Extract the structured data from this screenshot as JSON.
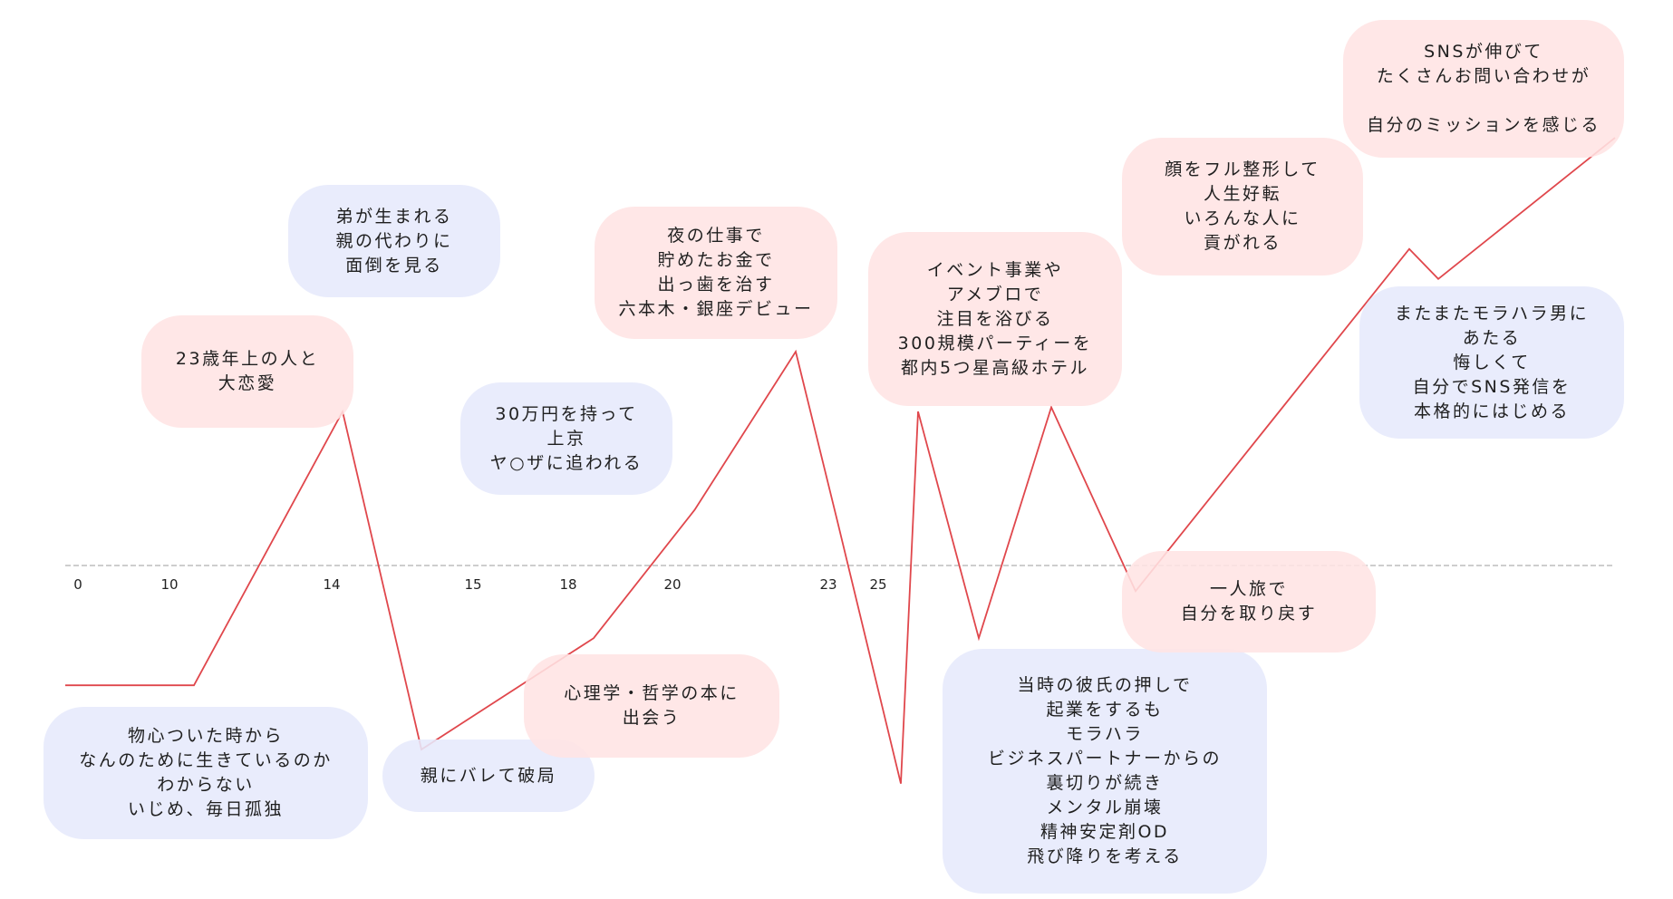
{
  "chart_data": {
    "type": "line",
    "x_ticks": [
      "0",
      "10",
      "14",
      "15",
      "18",
      "20",
      "23",
      "25"
    ],
    "series": [
      {
        "points": [
          {
            "x": 0,
            "y": -28
          },
          {
            "x": 10,
            "y": -28
          },
          {
            "x": 14,
            "y": 36
          },
          {
            "x": 15,
            "y": -43
          },
          {
            "x": 18,
            "y": -17
          },
          {
            "x": 20,
            "y": 13
          },
          {
            "x": 22,
            "y": 50
          },
          {
            "x": 23,
            "y": 10
          },
          {
            "x": 24.5,
            "y": -51
          },
          {
            "x": 25,
            "y": 36
          },
          {
            "x": 26,
            "y": -17
          },
          {
            "x": 27,
            "y": 37
          },
          {
            "x": 28,
            "y": -6
          },
          {
            "x": 30,
            "y": 74
          },
          {
            "x": 31,
            "y": 67
          },
          {
            "x": 33,
            "y": 100
          }
        ]
      }
    ],
    "events": [
      {
        "tone": "blue",
        "text": "物心ついた時から\nなんのために生きているのか\nわからない\nいじめ、毎日孤独"
      },
      {
        "tone": "pink",
        "text": "23歳年上の人と\n大恋愛"
      },
      {
        "tone": "blue",
        "text": "弟が生まれる\n親の代わりに\n面倒を見る"
      },
      {
        "tone": "blue",
        "text": "親にバレて破局"
      },
      {
        "tone": "blue",
        "text": "30万円を持って\n上京\nヤ○ザに追われる"
      },
      {
        "tone": "pink",
        "text": "心理学・哲学の本に\n出会う"
      },
      {
        "tone": "pink",
        "text": "夜の仕事で\n貯めたお金で\n出っ歯を治す\n六本木・銀座デビュー"
      },
      {
        "tone": "pink",
        "text": "イベント事業や\nアメブロで\n注目を浴びる\n300規模パーティーを\n都内5つ星高級ホテル"
      },
      {
        "tone": "blue",
        "text": "当時の彼氏の押しで\n起業をするも\nモラハラ\nビジネスパートナーからの\n裏切りが続き\nメンタル崩壊\n精神安定剤OD\n飛び降りを考える"
      },
      {
        "tone": "pink",
        "text": "顔をフル整形して\n人生好転\nいろんな人に\n貢がれる"
      },
      {
        "tone": "pink",
        "text": "一人旅で\n自分を取り戻す"
      },
      {
        "tone": "pink",
        "text": "SNSが伸びて\nたくさんお問い合わせが\n\n自分のミッションを感じる"
      },
      {
        "tone": "blue",
        "text": "またまたモラハラ男に\nあたる\n悔しくて\n自分でSNS発信を\n本格的にはじめる"
      }
    ]
  },
  "colors": {
    "line": "#e0474c",
    "baseline": "#bdbdbd",
    "pink_bubble": "#ffe4e4",
    "blue_bubble": "#e6e9fc"
  }
}
